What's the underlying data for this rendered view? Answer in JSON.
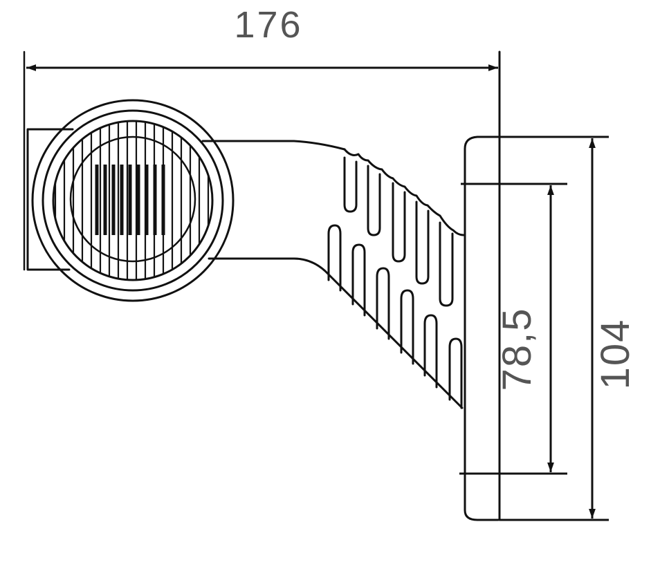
{
  "dimensions": {
    "width": "176",
    "inner_height": "78,5",
    "height": "104"
  },
  "colors": {
    "line": "#111111",
    "text": "#555555",
    "background": "#ffffff"
  }
}
